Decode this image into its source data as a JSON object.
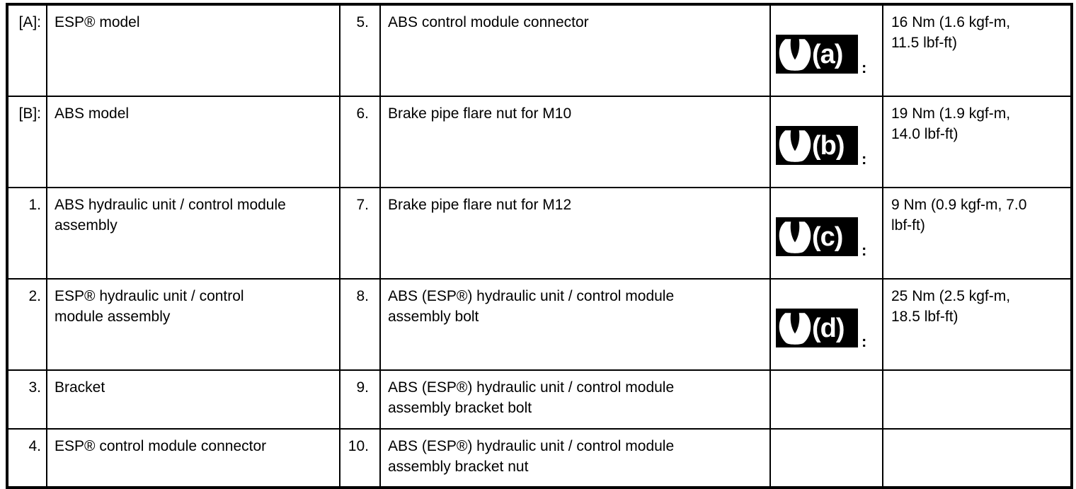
{
  "table": {
    "colon": ":",
    "torque_unit_colors": {
      "badge_bg": "#000000",
      "badge_fg": "#ffffff",
      "text": "#000000",
      "page_bg": "#ffffff"
    },
    "rows": [
      {
        "no1": "[A]:",
        "desc1": "ESP® model",
        "no2": "5.",
        "desc2": "ABS control module connector",
        "torque_label": "(a)",
        "torque_value": "16 Nm (1.6 kgf-m,\n11.5 lbf-ft)"
      },
      {
        "no1": "[B]:",
        "desc1": "ABS model",
        "no2": "6.",
        "desc2": "Brake pipe flare nut for M10",
        "torque_label": "(b)",
        "torque_value": "19 Nm (1.9 kgf-m,\n14.0 lbf-ft)"
      },
      {
        "no1": "1.",
        "desc1": "ABS hydraulic unit / control module\nassembly",
        "no2": "7.",
        "desc2": "Brake pipe flare nut for M12",
        "torque_label": "(c)",
        "torque_value": "9 Nm (0.9 kgf-m, 7.0\nlbf-ft)"
      },
      {
        "no1": "2.",
        "desc1": "ESP® hydraulic unit / control\nmodule assembly",
        "no2": "8.",
        "desc2": "ABS (ESP®) hydraulic unit / control module\nassembly bolt",
        "torque_label": "(d)",
        "torque_value": "25 Nm (2.5 kgf-m,\n18.5 lbf-ft)"
      },
      {
        "no1": "3.",
        "desc1": "Bracket",
        "no2": "9.",
        "desc2": "ABS (ESP®) hydraulic unit / control module\nassembly bracket bolt",
        "torque_label": "",
        "torque_value": ""
      },
      {
        "no1": "4.",
        "desc1": "ESP® control module connector",
        "no2": "10.",
        "desc2": "ABS (ESP®) hydraulic unit / control module\nassembly bracket nut",
        "torque_label": "",
        "torque_value": ""
      }
    ]
  }
}
